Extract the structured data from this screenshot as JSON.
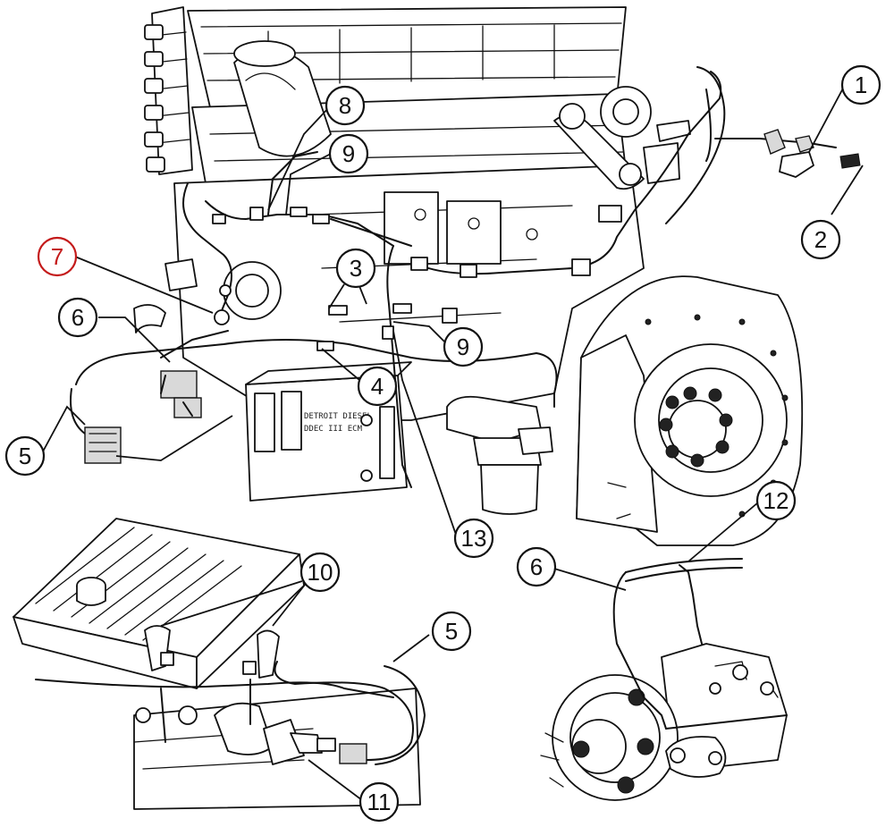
{
  "diagram": {
    "highlight_color": "#c41a1a",
    "line_color": "#111111",
    "callouts": [
      {
        "id": "c1",
        "label": "1"
      },
      {
        "id": "c2",
        "label": "2"
      },
      {
        "id": "c3",
        "label": "3"
      },
      {
        "id": "c4",
        "label": "4"
      },
      {
        "id": "c5a",
        "label": "5"
      },
      {
        "id": "c5b",
        "label": "5"
      },
      {
        "id": "c6a",
        "label": "6"
      },
      {
        "id": "c6b",
        "label": "6"
      },
      {
        "id": "c7",
        "label": "7",
        "highlighted": true
      },
      {
        "id": "c8",
        "label": "8"
      },
      {
        "id": "c9a",
        "label": "9"
      },
      {
        "id": "c9b",
        "label": "9"
      },
      {
        "id": "c10",
        "label": "10"
      },
      {
        "id": "c11",
        "label": "11"
      },
      {
        "id": "c12",
        "label": "12"
      },
      {
        "id": "c13",
        "label": "13"
      }
    ]
  }
}
